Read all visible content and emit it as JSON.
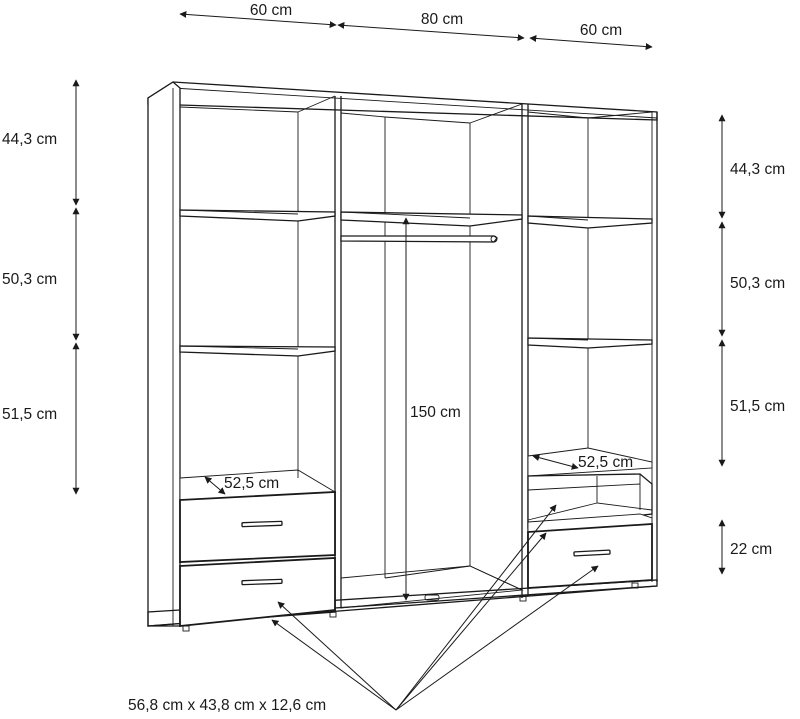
{
  "dimensions": {
    "width_left": "60 cm",
    "width_center": "80 cm",
    "width_right": "60 cm",
    "height_top_left": "44,3 cm",
    "height_mid_left": "50,3 cm",
    "height_bottom_left": "51,5 cm",
    "height_top_right": "44,3 cm",
    "height_mid_right": "50,3 cm",
    "height_bottom_right": "51,5 cm",
    "hanging_height": "150 cm",
    "shelf_depth_left": "52,5 cm",
    "shelf_depth_right": "52,5 cm",
    "drawer_height": "22 cm",
    "drawer_size": "56,8 cm x 43,8 cm x 12,6 cm"
  }
}
